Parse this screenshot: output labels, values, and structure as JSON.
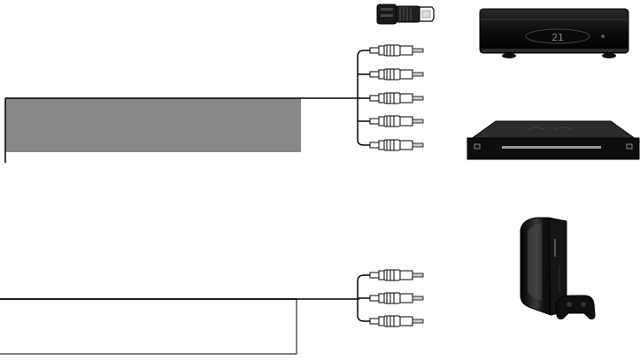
{
  "connectors": {
    "top_group": {
      "hdmi": "hdmi-cable",
      "rca_plug_count": 5,
      "rca_type": "component-video-audio"
    },
    "bottom_group": {
      "rca_plug_count": 3,
      "rca_type": "composite-video-audio"
    }
  },
  "devices": [
    {
      "name": "cable-box",
      "display_text": "21"
    },
    {
      "name": "dvd-player",
      "display_text": ""
    },
    {
      "name": "game-console",
      "display_text": ""
    }
  ],
  "panels": {
    "top": {
      "fill": "#888888",
      "border": "#000000"
    },
    "bottom": {
      "fill": "#ffffff",
      "border": "#000000"
    }
  },
  "colors": {
    "line": "#000000",
    "device_body": "#1a1a1a",
    "device_highlight": "#555555",
    "rca_body": "#ffffff",
    "rca_tip": "#cccccc"
  }
}
